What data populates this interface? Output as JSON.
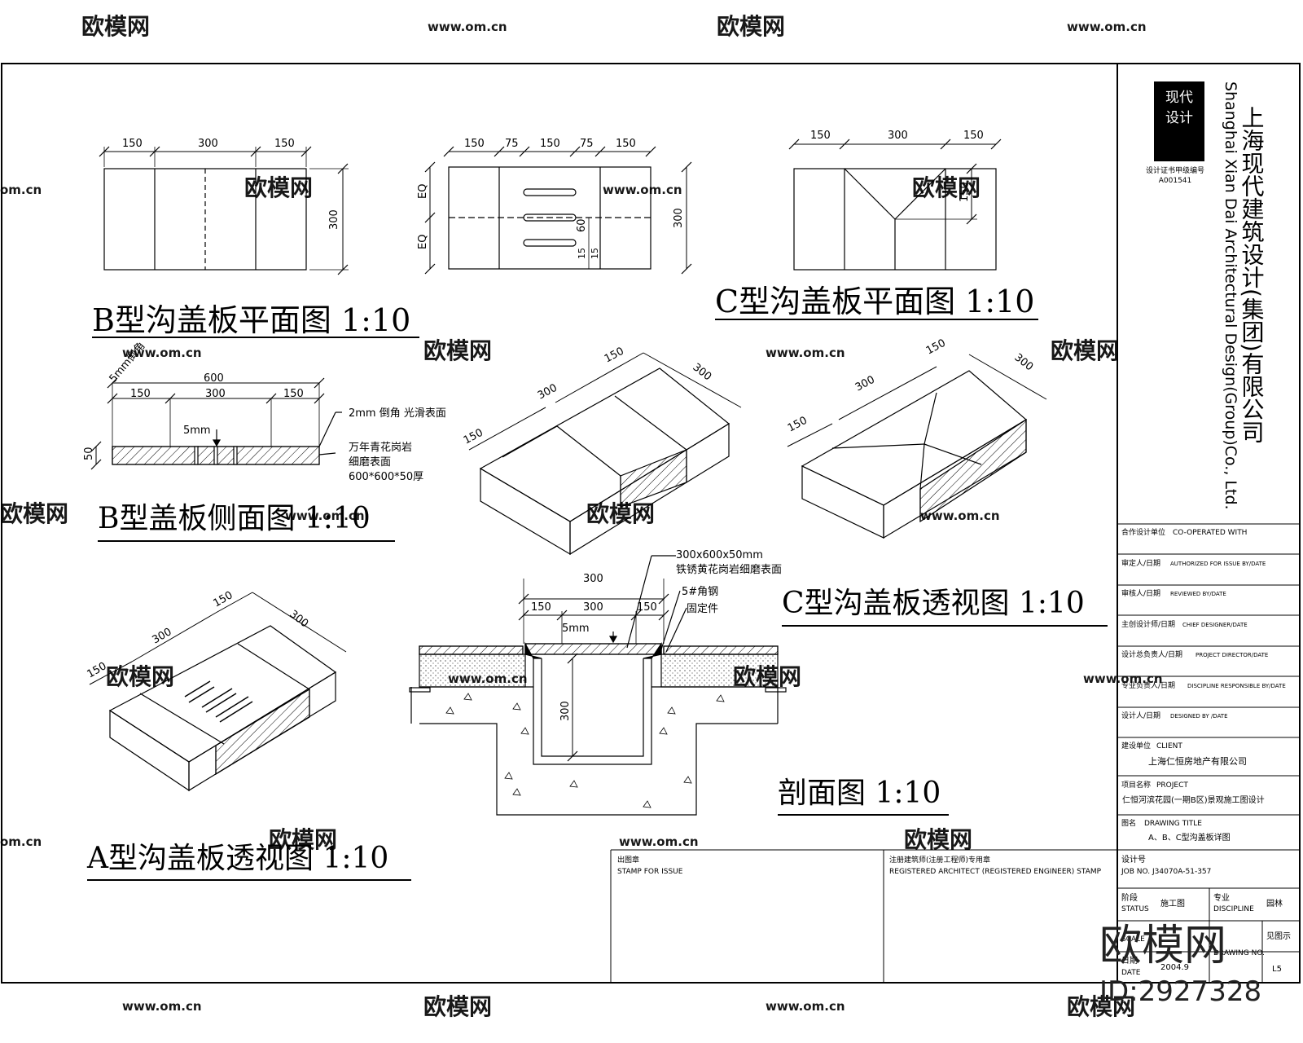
{
  "watermark": {
    "brand": "欧模网",
    "url": "www.om.cn",
    "url_short": "om.cn",
    "big_brand": "欧模网",
    "id_text": "ID:2927328"
  },
  "company": {
    "logo_line1": "现代",
    "logo_line2": "设计",
    "logo_small": "设计证书甲级编号",
    "logo_number": "A001541",
    "name_cn": "上海现代建筑设计(集团)有限公司",
    "name_en": "Shanghai Xian Dai Architectural Design(Group)Co., Ltd."
  },
  "titleblock": {
    "rows": [
      {
        "cn": "合作设计单位",
        "en": "CO-OPERATED WITH",
        "value": ""
      },
      {
        "cn": "审定人/日期",
        "en": "AUTHORIZED FOR ISSUE BY/DATE",
        "value": ""
      },
      {
        "cn": "审核人/日期",
        "en": "REVIEWED BY/DATE",
        "value": ""
      },
      {
        "cn": "主创设计师/日期",
        "en": "CHIEF DESIGNER/DATE",
        "value": ""
      },
      {
        "cn": "设计总负责人/日期",
        "en": "PROJECT DIRECTOR/DATE",
        "value": ""
      },
      {
        "cn": "专业负责人/日期",
        "en": "DISCIPLINE RESPONSIBLE BY/DATE",
        "value": ""
      },
      {
        "cn": "设计人/日期",
        "en": "DESIGNED BY /DATE",
        "value": ""
      }
    ],
    "client_label_cn": "建设单位",
    "client_label_en": "CLIENT",
    "client_value": "上海仁恒房地产有限公司",
    "project_label_cn": "项目名称",
    "project_label_en": "PROJECT",
    "project_value": "仁恒河滨花园(一期B区)景观施工图设计",
    "drawing_label_cn": "图名",
    "drawing_label_en": "DRAWING TITLE",
    "drawing_value": "A、B、C型沟盖板详图",
    "job_label_cn": "设计号",
    "job_label_en": "JOB NO.",
    "job_value": "J34070A-51-357",
    "status_label_cn": "阶段",
    "status_label_en": "STATUS",
    "status_value": "施工图",
    "discipline_label_cn": "专业",
    "discipline_label_en": "DISCIPLINE",
    "discipline_value": "园林",
    "scale_label": "SCALE",
    "scale_value": "见图示",
    "drawingno_label": "DRAWING NO.",
    "date_label_cn": "日期",
    "date_label_en": "DATE",
    "date_value": "2004.9",
    "sheet_value": "L5",
    "stamp_issue_cn": "出图章",
    "stamp_issue_en": "STAMP FOR ISSUE",
    "stamp_arch_cn": "注册建筑师(注册工程师)专用章",
    "stamp_arch_en": "REGISTERED ARCHITECT (REGISTERED ENGINEER) STAMP"
  },
  "views": {
    "b_plan": {
      "title": "B型沟盖板平面图  1:10",
      "dims": [
        "150",
        "300",
        "150",
        "300"
      ]
    },
    "middle_plan": {
      "dims": [
        "150",
        "75",
        "150",
        "75",
        "150",
        "300",
        "EQ",
        "EQ",
        "60",
        "15",
        "15"
      ]
    },
    "c_plan": {
      "title": "C型沟盖板平面图  1:10",
      "dims": [
        "150",
        "300",
        "150",
        "150"
      ]
    },
    "b_side": {
      "title": "B型盖板侧面图  1:10",
      "dims": [
        "600",
        "150",
        "300",
        "150",
        "50"
      ],
      "notes": [
        "2mm 倒角 光滑表面",
        "万年青花岗岩",
        "细磨表面",
        "600*600*50厚"
      ],
      "gap": "5mm",
      "chamfer": "5mm倒角"
    },
    "iso_b": {
      "dims": [
        "150",
        "300",
        "300",
        "150"
      ]
    },
    "iso_c": {
      "title": "C型沟盖板透视图  1:10",
      "dims": [
        "150",
        "300",
        "300",
        "150"
      ]
    },
    "iso_a": {
      "title": "A型沟盖板透视图  1:10",
      "dims": [
        "150",
        "300",
        "300",
        "150"
      ]
    },
    "section": {
      "title": "剖面图  1:10",
      "dims": [
        "300",
        "150",
        "300",
        "150",
        "300"
      ],
      "gap": "5mm",
      "notes": [
        "300x600x50mm",
        "铁锈黄花岗岩细磨表面",
        "5#角钢",
        "固定件"
      ]
    }
  }
}
